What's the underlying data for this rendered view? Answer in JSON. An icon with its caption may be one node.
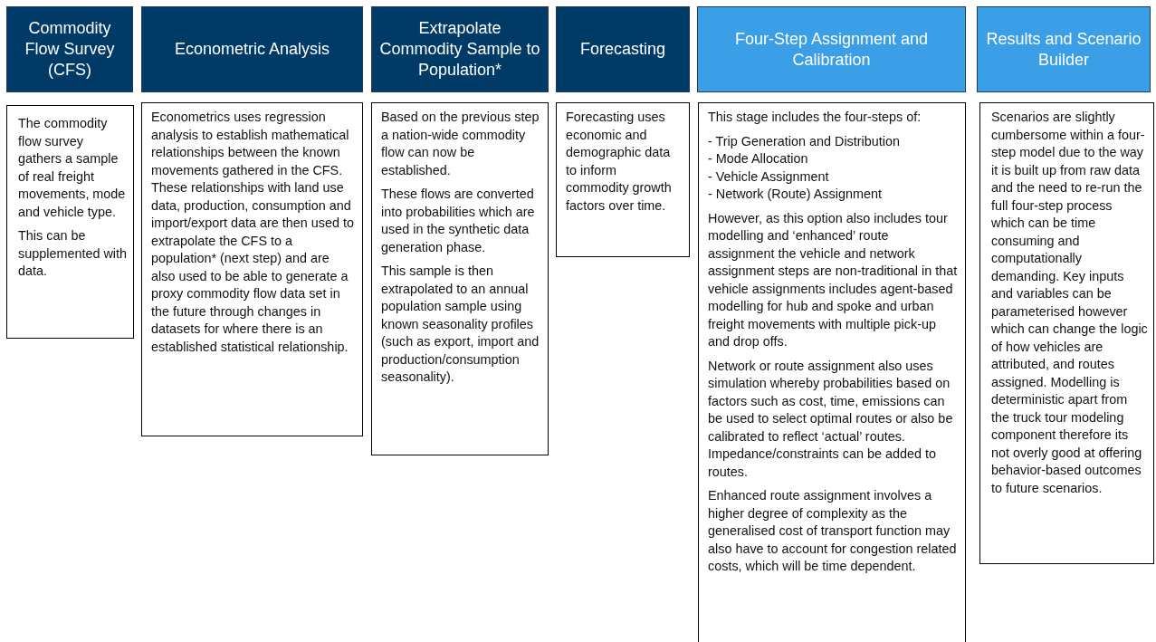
{
  "diagram": {
    "nodes": [
      {
        "text": [
          "Commodity Flow Survey (CFS)"
        ]
      },
      {
        "text": [
          "Econometric Analysis"
        ]
      },
      {
        "text": [
          "Extrapolate Commodity Sample to Population*"
        ]
      },
      {
        "text": [
          "Forecasting"
        ]
      },
      {
        "text": [
          "Four-Step Assignment and Calibration"
        ]
      },
      {
        "text": [
          "Results and Scenario Builder"
        ]
      },
      {
        "text": [
          "The commodity flow survey gathers a sample of real freight movements, mode and vehicle type.",
          "This can be supplemented with data."
        ]
      },
      {
        "text": [
          "Econometrics uses regression analysis to establish mathematical relationships between the known movements gathered in the CFS. These relationships with land use data, production, consumption and import/export data are then used to extrapolate the CFS to a population* (next step) and are also used to be able to generate a proxy commodity flow data set in the future through changes in datasets for where there is an established statistical relationship."
        ]
      },
      {
        "text": [
          "Based on the previous step a nation-wide commodity flow can now be established.",
          "These flows are converted into probabilities which are used in the synthetic data generation phase.",
          "This sample is then extrapolated to an annual population sample using known seasonality profiles (such as export, import and production/consumption seasonality)."
        ]
      },
      {
        "text": [
          "Forecasting uses economic and demographic data to inform commodity growth factors over time."
        ]
      },
      {
        "text": [
          "This stage includes the four-steps of:",
          "- Trip Generation and Distribution",
          "- Mode Allocation",
          "- Vehicle Assignment",
          "- Network (Route) Assignment",
          "However, as this option also includes tour modelling and ‘enhanced’ route assignment the vehicle and network assignment steps are non-traditional in that vehicle assignments includes agent-based modelling for hub and spoke and urban freight movements with multiple pick-up and drop offs.",
          "Network or route assignment also uses simulation whereby probabilities based on factors such as cost, time, emissions can be used to select optimal routes or also be calibrated to reflect ‘actual’ routes. Impedance/constraints can be added to routes.",
          "Enhanced route assignment involves a higher degree of complexity as the generalised cost of transport function may also have to account for congestion related costs, which will be time dependent."
        ]
      },
      {
        "text": [
          "Scenarios are slightly cumbersome within a four-step model due to the way it is built up from raw data and the need to re-run the full four-step process which can be time consuming and computationally demanding.  Key inputs and variables can be parameterised however which can change the logic of how vehicles are attributed, and routes assigned. Modelling is deterministic apart from the truck tour modeling component therefore its not overly good at offering behavior-based outcomes to future scenarios."
        ]
      }
    ]
  }
}
